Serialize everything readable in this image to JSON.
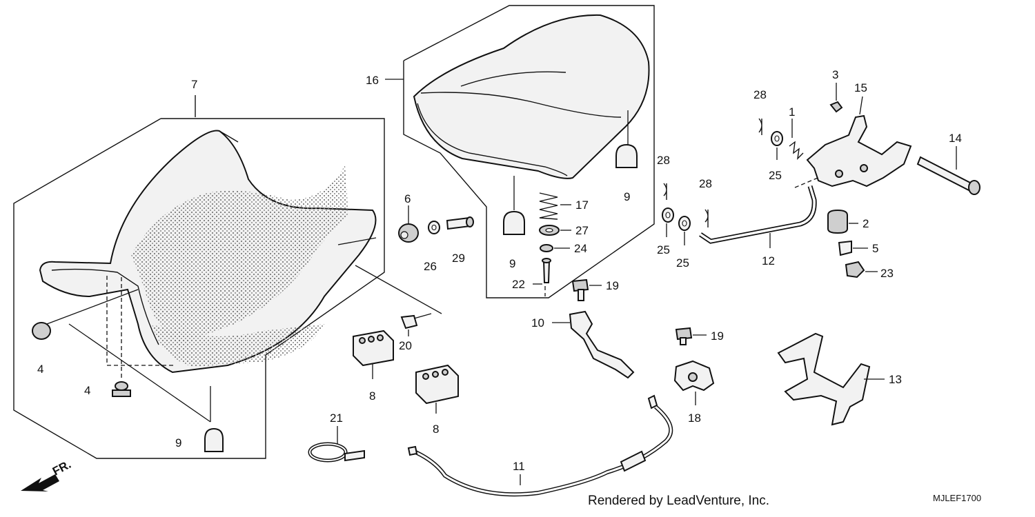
{
  "diagram": {
    "callouts": [
      {
        "id": "c7",
        "text": "7"
      },
      {
        "id": "c16",
        "text": "16"
      },
      {
        "id": "c6",
        "text": "6"
      },
      {
        "id": "c26",
        "text": "26"
      },
      {
        "id": "c29",
        "text": "29"
      },
      {
        "id": "c4a",
        "text": "4"
      },
      {
        "id": "c4b",
        "text": "4"
      },
      {
        "id": "c9a",
        "text": "9"
      },
      {
        "id": "c9b",
        "text": "9"
      },
      {
        "id": "c9c",
        "text": "9"
      },
      {
        "id": "c17",
        "text": "17"
      },
      {
        "id": "c27",
        "text": "27"
      },
      {
        "id": "c24",
        "text": "24"
      },
      {
        "id": "c22",
        "text": "22"
      },
      {
        "id": "c20",
        "text": "20"
      },
      {
        "id": "c8a",
        "text": "8"
      },
      {
        "id": "c8b",
        "text": "8"
      },
      {
        "id": "c21",
        "text": "21"
      },
      {
        "id": "c11",
        "text": "11"
      },
      {
        "id": "c10",
        "text": "10"
      },
      {
        "id": "c19a",
        "text": "19"
      },
      {
        "id": "c19b",
        "text": "19"
      },
      {
        "id": "c18",
        "text": "18"
      },
      {
        "id": "c13",
        "text": "13"
      },
      {
        "id": "c12",
        "text": "12"
      },
      {
        "id": "c28a",
        "text": "28"
      },
      {
        "id": "c28b",
        "text": "28"
      },
      {
        "id": "c28c",
        "text": "28"
      },
      {
        "id": "c25a",
        "text": "25"
      },
      {
        "id": "c25b",
        "text": "25"
      },
      {
        "id": "c25c",
        "text": "25"
      },
      {
        "id": "c1",
        "text": "1"
      },
      {
        "id": "c3",
        "text": "3"
      },
      {
        "id": "c15",
        "text": "15"
      },
      {
        "id": "c14",
        "text": "14"
      },
      {
        "id": "c2",
        "text": "2"
      },
      {
        "id": "c5",
        "text": "5"
      },
      {
        "id": "c23",
        "text": "23"
      }
    ],
    "direction_label": "FR.",
    "credit": "Rendered by LeadVenture, Inc.",
    "code": "MJLEF1700"
  }
}
